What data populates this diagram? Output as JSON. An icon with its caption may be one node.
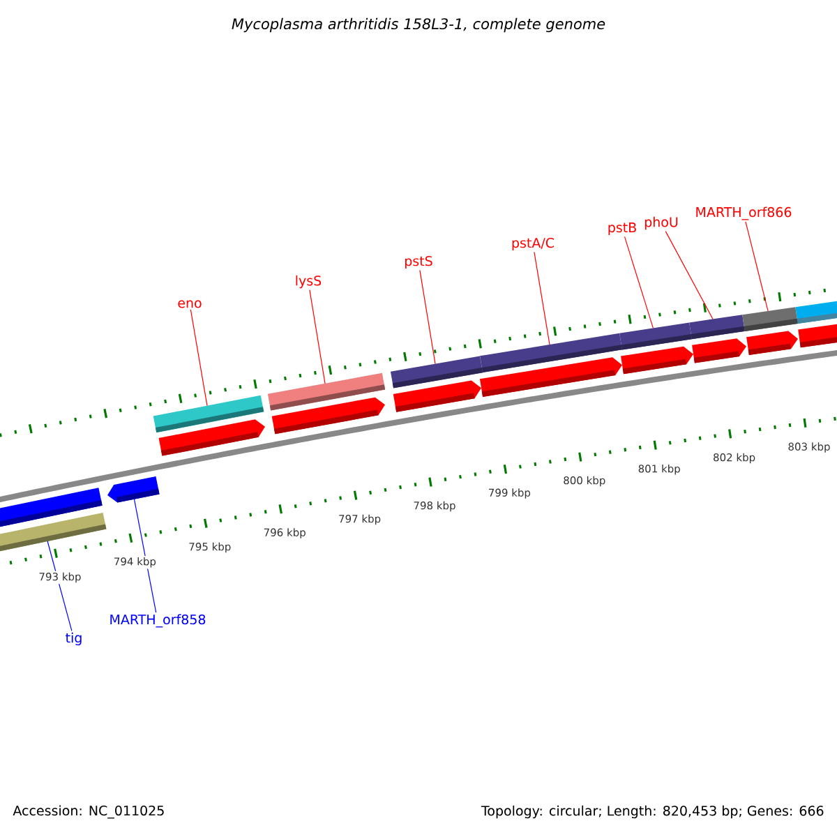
{
  "diagram": {
    "title": "Mycoplasma arthritidis 158L3-1, complete genome",
    "nodes": [
      {
        "text": [
          "eno"
        ]
      },
      {
        "text": [
          "lysS"
        ]
      },
      {
        "text": [
          "pstS"
        ]
      },
      {
        "text": [
          "pstA/C"
        ]
      },
      {
        "text": [
          "pstB"
        ]
      },
      {
        "text": [
          "phoU"
        ]
      },
      {
        "text": [
          "MARTH_orf866"
        ]
      },
      {
        "text": [
          "tig"
        ]
      },
      {
        "text": [
          "MARTH_orf858"
        ]
      },
      {
        "text": [],
        "shape": "bar"
      },
      {
        "text": [],
        "shape": "bar"
      },
      {
        "text": [],
        "shape": "bar"
      },
      {
        "text": [],
        "shape": "bar"
      },
      {
        "text": [],
        "shape": "bar"
      },
      {
        "text": [],
        "shape": "bar"
      },
      {
        "text": [],
        "shape": "bar"
      },
      {
        "text": [],
        "shape": "bar"
      },
      {
        "text": [],
        "shape": "arrow"
      }
    ],
    "edges": [
      {
        "from": 0,
        "to": 9,
        "arrow": "none"
      },
      {
        "from": 1,
        "to": 10,
        "arrow": "none"
      },
      {
        "from": 2,
        "to": 11,
        "arrow": "none"
      },
      {
        "from": 3,
        "to": 12,
        "arrow": "none"
      },
      {
        "from": 4,
        "to": 13,
        "arrow": "none"
      },
      {
        "from": 5,
        "to": 14,
        "arrow": "none"
      },
      {
        "from": 6,
        "to": 15,
        "arrow": "none"
      },
      {
        "from": 7,
        "to": 16,
        "arrow": "none",
        "color": "#0000ff"
      },
      {
        "from": 8,
        "to": 17,
        "arrow": "none",
        "color": "#0000ff"
      }
    ],
    "labels": [
      "793 kbp",
      "794 kbp",
      "795 kbp",
      "796 kbp",
      "797 kbp",
      "798 kbp",
      "799 kbp",
      "800 kbp",
      "801 kbp",
      "802 kbp",
      "803 kbp",
      "Accession: NC_011025",
      "Topology: circular; Length: 820,453 bp; Genes: 666"
    ]
  }
}
